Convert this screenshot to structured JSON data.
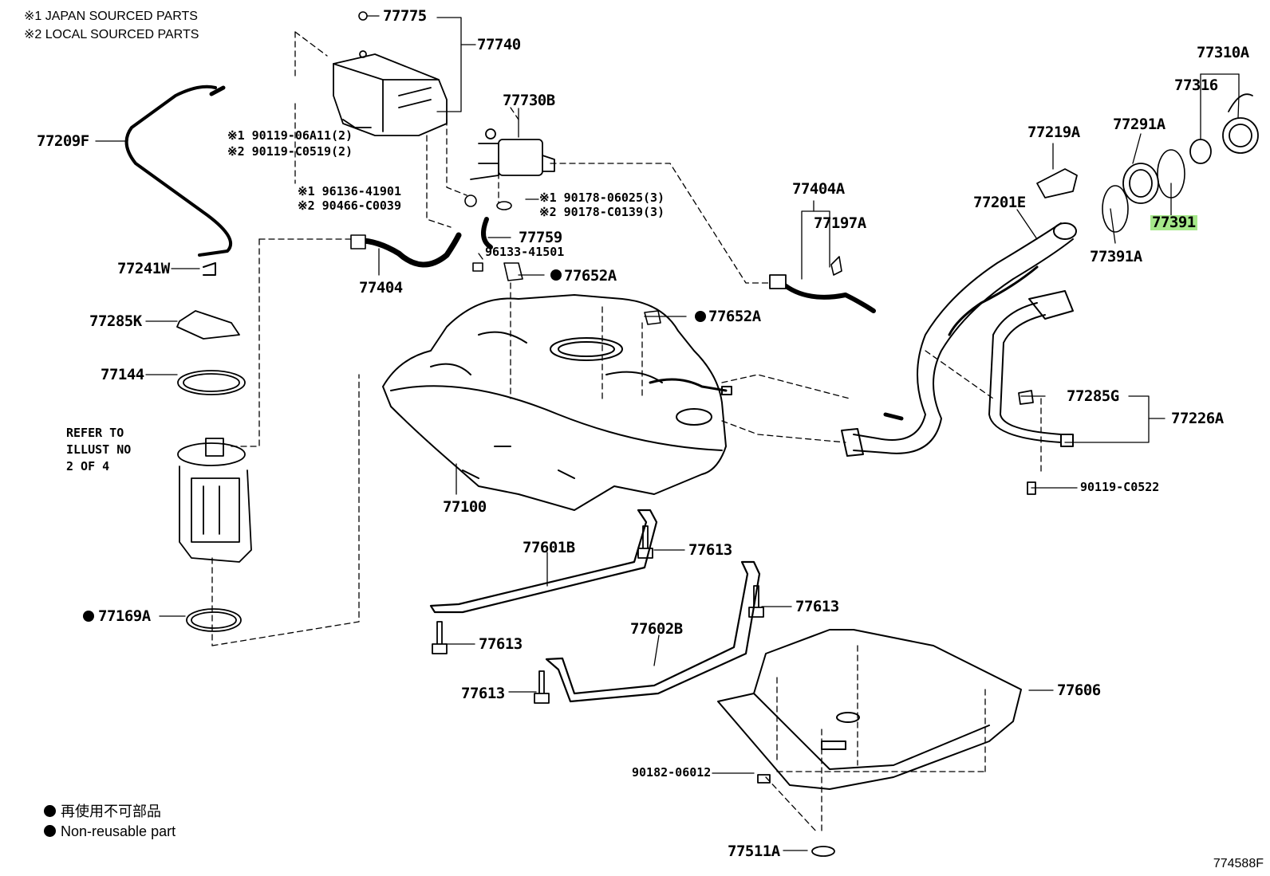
{
  "notes": {
    "japan": "※1 JAPAN SOURCED PARTS",
    "local": "※2 LOCAL SOURCED PARTS"
  },
  "legend": {
    "jp": "再使用不可部品",
    "en": "Non-reusable part"
  },
  "refer_note": "REFER TO\nILLUST NO\n2 OF 4",
  "diagram_code": "774588F",
  "highlight_color": "#a6e88a",
  "labels": {
    "p77775": "77775",
    "p77740": "77740",
    "p77730B": "77730B",
    "p77209F": "77209F",
    "s1_90119": "※1 90119-06A11(2)",
    "s2_90119": "※2 90119-C0519(2)",
    "s1_96136": "※1 96136-41901",
    "s2_90466": "※2 90466-C0039",
    "s1_90178": "※1 90178-06025(3)",
    "s2_90178": "※2 90178-C0139(3)",
    "p77759": "77759",
    "p96133": "96133-41501",
    "p77652A_1": "77652A",
    "p77652A_2": "77652A",
    "p77241W": "77241W",
    "p77404": "77404",
    "p77285K": "77285K",
    "p77144": "77144",
    "p77100": "77100",
    "p77169A": "77169A",
    "p77404A": "77404A",
    "p77197A": "77197A",
    "p77219A": "77219A",
    "p77201E": "77201E",
    "p77291A": "77291A",
    "p77310A": "77310A",
    "p77316": "77316",
    "p77391": "77391",
    "p77391A": "77391A",
    "p77285G": "77285G",
    "p77226A": "77226A",
    "p90119_C0522": "90119-C0522",
    "p77601B": "77601B",
    "p77613_1": "77613",
    "p77613_2": "77613",
    "p77613_3": "77613",
    "p77613_4": "77613",
    "p77602B": "77602B",
    "p77606": "77606",
    "p90182": "90182-06012",
    "p77511A": "77511A"
  }
}
